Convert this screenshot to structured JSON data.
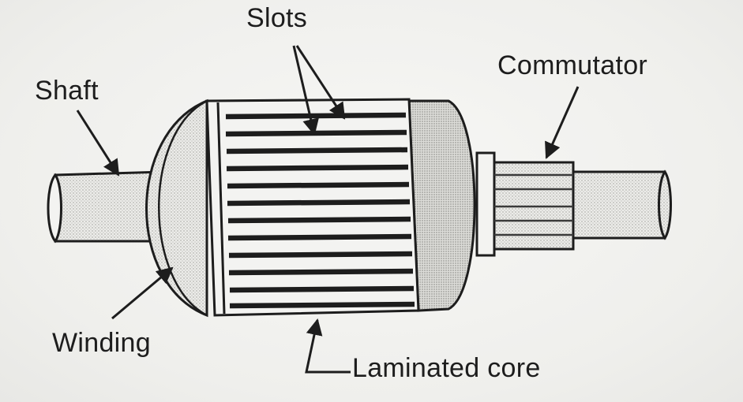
{
  "labels": {
    "slots": "Slots",
    "shaft": "Shaft",
    "commutator": "Commutator",
    "winding": "Winding",
    "laminated_core": "Laminated core"
  },
  "colors": {
    "ink": "#1d1d1d",
    "paper": "#f3f3f1",
    "stipple": "#9a9a96"
  }
}
